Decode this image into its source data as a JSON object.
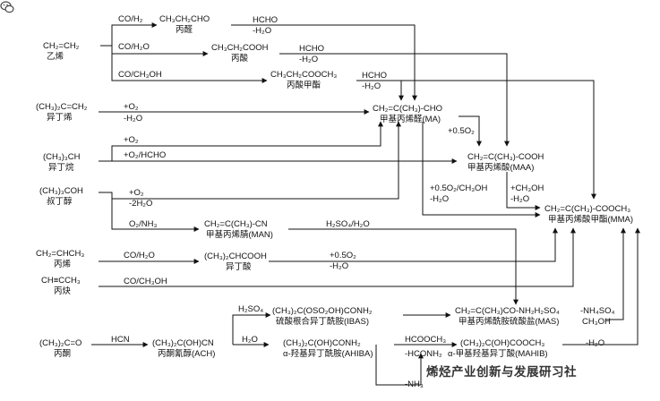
{
  "colors": {
    "line": "#111111",
    "text": "#111111",
    "background": "#ffffff"
  },
  "compounds": {
    "ethylene": {
      "formula": "CH₂=CH₂",
      "name": "乙烯"
    },
    "isobutylene": {
      "formula": "(CH₃)₂C=CH₂",
      "name": "异丁烯"
    },
    "isobutane": {
      "formula": "(CH₃)₃CH",
      "name": "异丁烷"
    },
    "tbutanol": {
      "formula": "(CH₃)₃COH",
      "name": "叔丁醇"
    },
    "propylene": {
      "formula": "CH₂=CHCH₃",
      "name": "丙烯"
    },
    "propyne": {
      "formula": "CH≡CCH₃",
      "name": "丙炔"
    },
    "acetone": {
      "formula": "(CH₃)₂C=O",
      "name": "丙酮"
    },
    "propanal": {
      "formula": "CH₃CH₂CHO",
      "name": "丙醛"
    },
    "propacid": {
      "formula": "CH₃CH₂COOH",
      "name": "丙酸"
    },
    "mpropanoate": {
      "formula": "CH₃CH₂COOCH₃",
      "name": "丙酸甲酯"
    },
    "ma": {
      "formula": "CH₂=C(CH₃)-CHO",
      "name": "甲基丙烯醛(MA)"
    },
    "maa": {
      "formula": "CH₂=C(CH₃)-COOH",
      "name": "甲基丙烯酸(MAA)"
    },
    "mma": {
      "formula": "CH₂=C(CH₃)-COOCH₃",
      "name": "甲基丙烯酸甲酯(MMA)"
    },
    "man": {
      "formula": "CH₂=C(CH₃)-CN",
      "name": "甲基丙烯腈(MAN)"
    },
    "iba": {
      "formula": "(CH₃)₂CHCOOH",
      "name": "异丁酸"
    },
    "ibas": {
      "formula": "(CH₃)₂C(OSO₂OH)CONH₂",
      "name": "硫酸根合异丁酰胺(IBAS)"
    },
    "mas": {
      "formula": "CH₂=C(CH₃)CO-NH₂H₂SO₄",
      "name": "甲基丙烯酰胺硫酸盐(MAS)"
    },
    "ach": {
      "formula": "(CH₃)₂C(OH)CN",
      "name": "丙酮氰醇(ACH)"
    },
    "ahiba": {
      "formula": "(CH₃)₂C(OH)CONH₂",
      "name": "α-羟基异丁酰胺(AHIBA)"
    },
    "mahib": {
      "formula": "(CH₃)₂C(OH)COOCH₃",
      "name": "α-甲基羟基异丁酸(MAHIB)"
    }
  },
  "reagents": {
    "r1": "CO/H₂",
    "r2": "CO/H₂O",
    "r3": "CO/CH₃OH",
    "r4a": "HCHO",
    "r4b": "-H₂O",
    "r5a": "HCHO",
    "r5b": "-H₂O",
    "r6a": "HCHO",
    "r6b": "-H₂O",
    "r7a": "+O₂",
    "r7b": "-H₂O",
    "r8": "+O₂",
    "r9": "+O₂/HCHO",
    "r10a": "+O₂",
    "r10b": "-2H₂O",
    "r11": "O₂/NH₃",
    "r12": "+0.5O₂",
    "r13a": "+0.5O₂/CH₃OH",
    "r13b": "-H₂O",
    "r14a": "+CH₃OH",
    "r14b": "-H₂O",
    "r15": "H₂SO₄/H₂O",
    "r16": "CO/H₂O",
    "r17a": "+0.5O₂",
    "r17b": "-H₂O",
    "r18": "CO/CH₃OH",
    "r19": "H₂SO₄",
    "r20": "HCN",
    "r21": "H₂O",
    "r22a": "HCOOCH₃",
    "r22b": "-HCONH₂",
    "r22c": "-NH₃",
    "r23a": "-NH₄SO₄",
    "r23b": "CH₃OH",
    "r24": "-H₂O"
  },
  "watermark": "烯烃产业创新与发展研习社",
  "watermark_icon": "wechat-icon"
}
